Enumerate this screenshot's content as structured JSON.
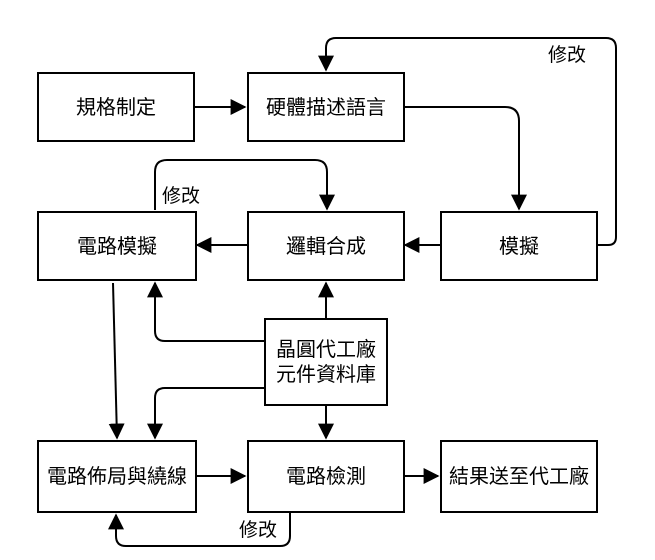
{
  "nodes": {
    "spec": "規格制定",
    "hdl": "硬體描述語言",
    "sim": "模擬",
    "synthesis": "邏輯合成",
    "circuit_sim": "電路模擬",
    "library_line1": "晶圓代工廠",
    "library_line2": "元件資料庫",
    "layout": "電路佈局與繞線",
    "circuit_test": "電路檢測",
    "fab": "結果送至代工廠"
  },
  "edge_labels": {
    "sim_to_hdl": "修改",
    "circuit_sim_to_synthesis": "修改",
    "test_to_layout": "修改"
  }
}
